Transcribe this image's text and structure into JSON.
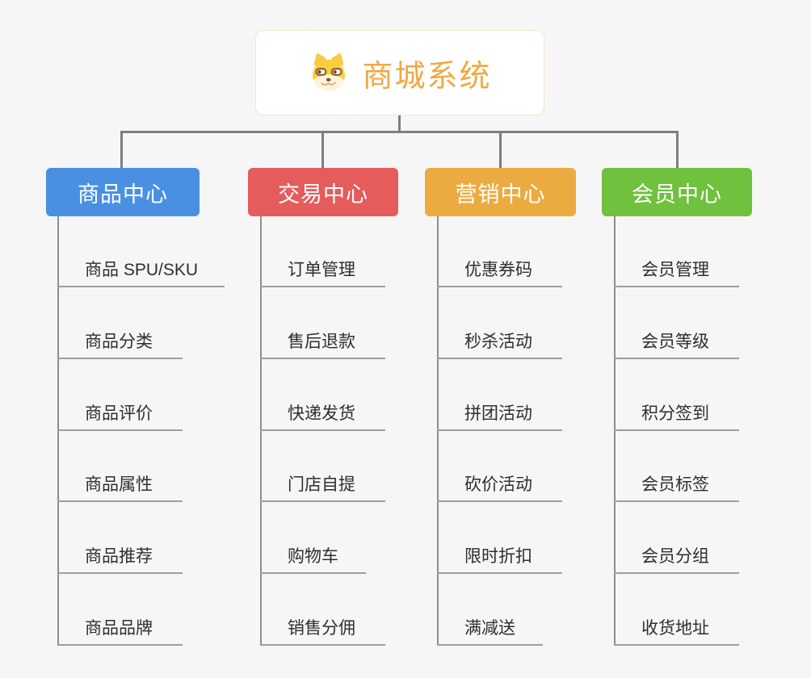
{
  "root": {
    "title": "商城系统",
    "icon": "dog-face-icon"
  },
  "colors": {
    "root_text": "#efa943",
    "root_border": "#f3c98e",
    "connector": "#7e7e7e",
    "leaf_text": "#2e2e33",
    "leaf_line": "#9e9e9e",
    "branch_product": "#4a90e2",
    "branch_trade": "#e45c5c",
    "branch_marketing": "#ecab41",
    "branch_member": "#6fc13e"
  },
  "branches": [
    {
      "label": "商品中心",
      "color": "#4a90e2",
      "items": [
        "商品 SPU/SKU",
        "商品分类",
        "商品评价",
        "商品属性",
        "商品推荐",
        "商品品牌"
      ]
    },
    {
      "label": "交易中心",
      "color": "#e45c5c",
      "items": [
        "订单管理",
        "售后退款",
        "快递发货",
        "门店自提",
        "购物车",
        "销售分佣"
      ]
    },
    {
      "label": "营销中心",
      "color": "#ecab41",
      "items": [
        "优惠券码",
        "秒杀活动",
        "拼团活动",
        "砍价活动",
        "限时折扣",
        "满减送"
      ]
    },
    {
      "label": "会员中心",
      "color": "#6fc13e",
      "items": [
        "会员管理",
        "会员等级",
        "积分签到",
        "会员标签",
        "会员分组",
        "收货地址"
      ]
    }
  ]
}
